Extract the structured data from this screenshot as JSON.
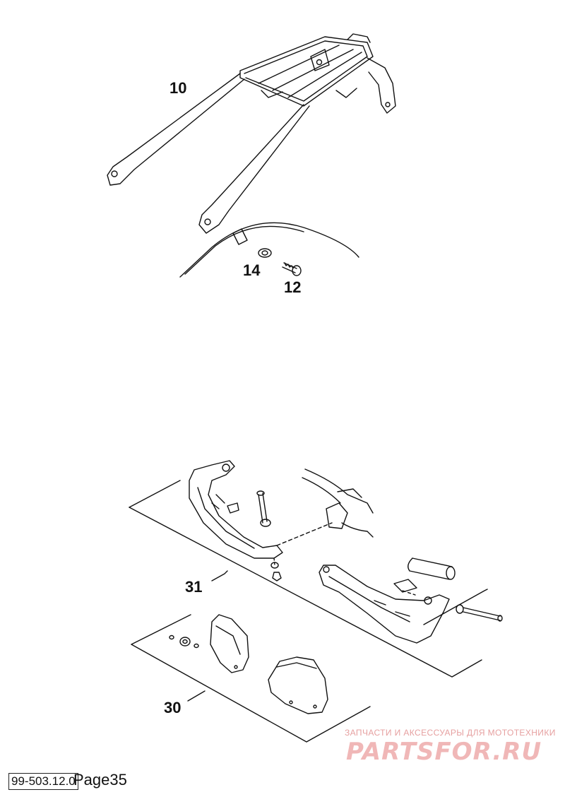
{
  "callouts": {
    "c10": "10",
    "c14": "14",
    "c12": "12",
    "c31": "31",
    "c30": "30"
  },
  "watermark": {
    "tagline": "ЗАПЧАСТИ И АКСЕССУАРЫ ДЛЯ МОТОТЕХНИКИ",
    "logo": "PARTSFOR.RU",
    "color": "#f0b7b7"
  },
  "footer": {
    "code": "99-503.12.0",
    "page": "Page35"
  },
  "colors": {
    "line": "#111111",
    "background": "#ffffff"
  }
}
